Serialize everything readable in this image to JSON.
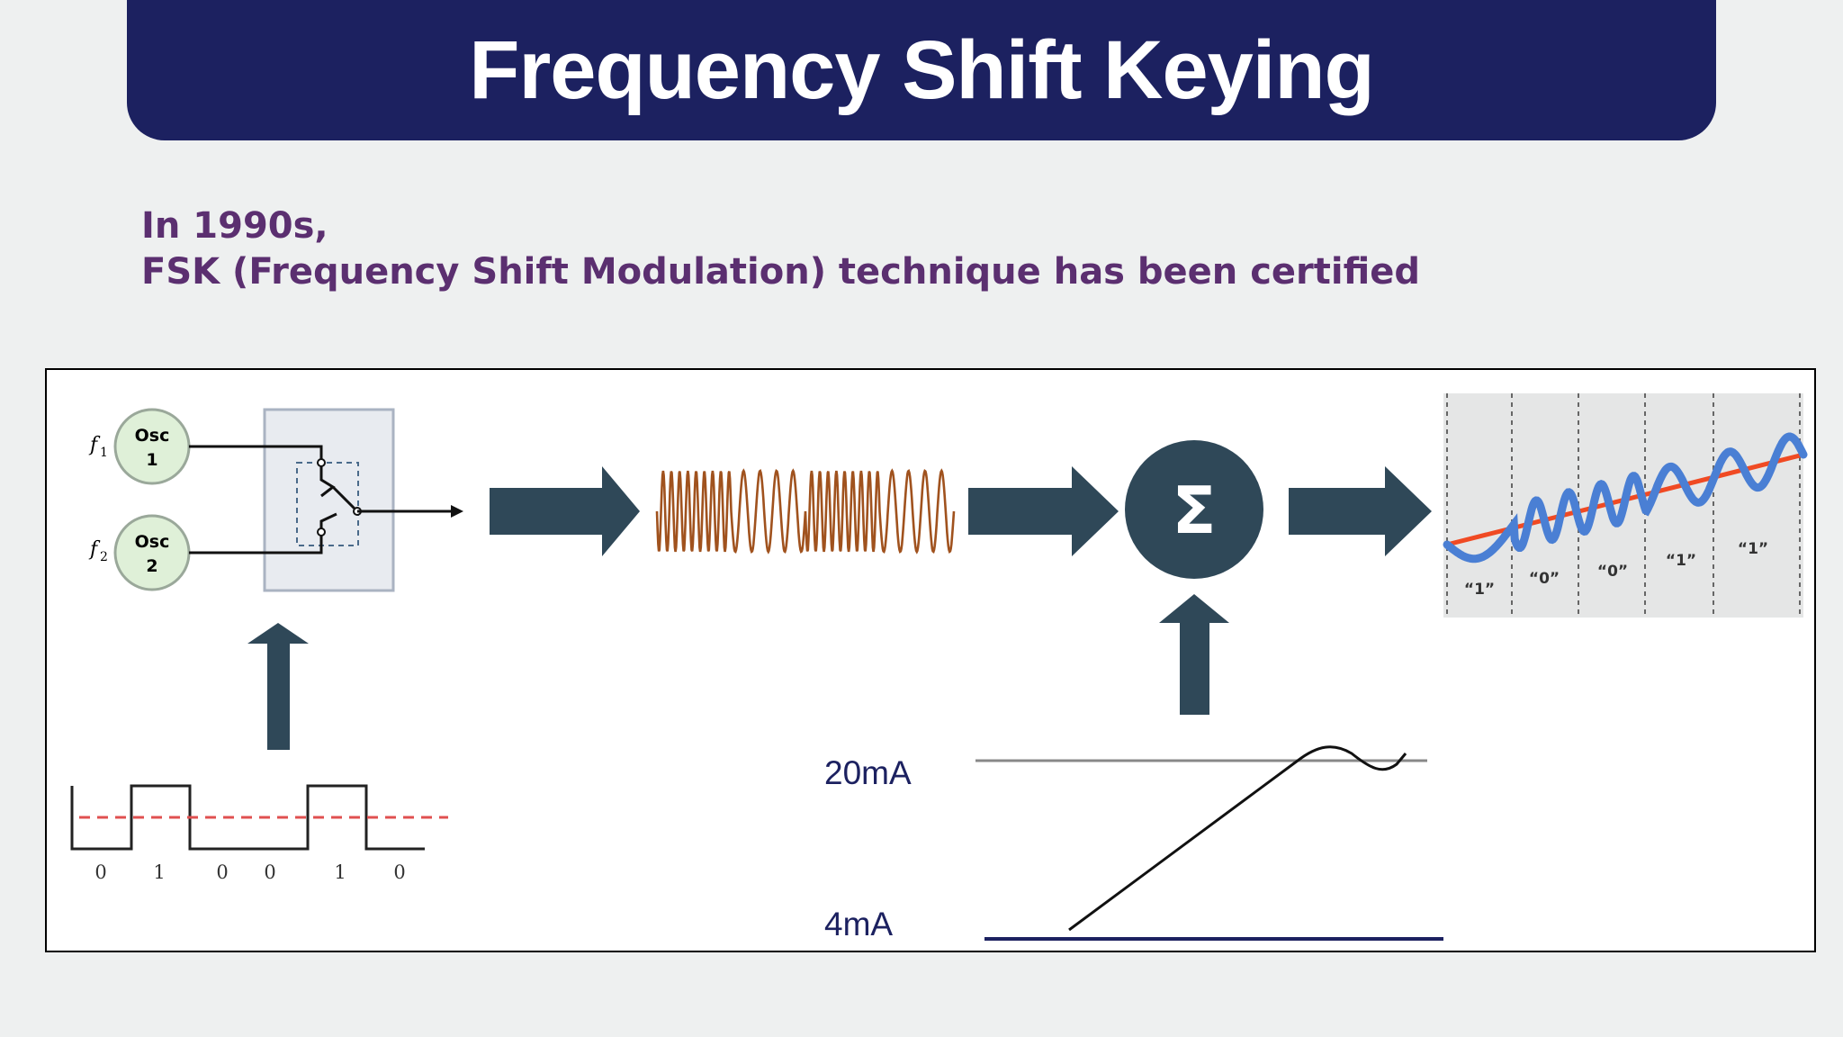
{
  "title": "Frequency Shift Keying",
  "subtitle": {
    "line1": "In 1990s,",
    "line2": "FSK (Frequency Shift Modulation) technique has been certified"
  },
  "modulator": {
    "osc1_label": "Osc",
    "osc1_num": "1",
    "osc2_label": "Osc",
    "osc2_num": "2",
    "f1_label": "f",
    "f1_sub": "1",
    "f2_label": "f",
    "f2_sub": "2"
  },
  "digital_signal": {
    "bits": [
      "0",
      "1",
      "0",
      "0",
      "1",
      "0"
    ]
  },
  "summer": {
    "symbol": "Σ"
  },
  "current_loop": {
    "high_label": "20mA",
    "low_label": "4mA"
  },
  "output_graph": {
    "bit_labels": [
      "“1”",
      "“0”",
      "“0”",
      "“1”",
      "“1”"
    ]
  },
  "colors": {
    "title_bg": "#1c2160",
    "subtitle_text": "#5b2f70",
    "arrow": "#2f4858",
    "fsk_wave": "#a0521e",
    "output_wave": "#4a7fd4",
    "output_trend": "#f04a23",
    "osc_fill": "#dff0d8",
    "reference_line": "#e05050"
  },
  "icons": {
    "summer": "sigma-icon",
    "arrows": "block-arrow-icon"
  }
}
